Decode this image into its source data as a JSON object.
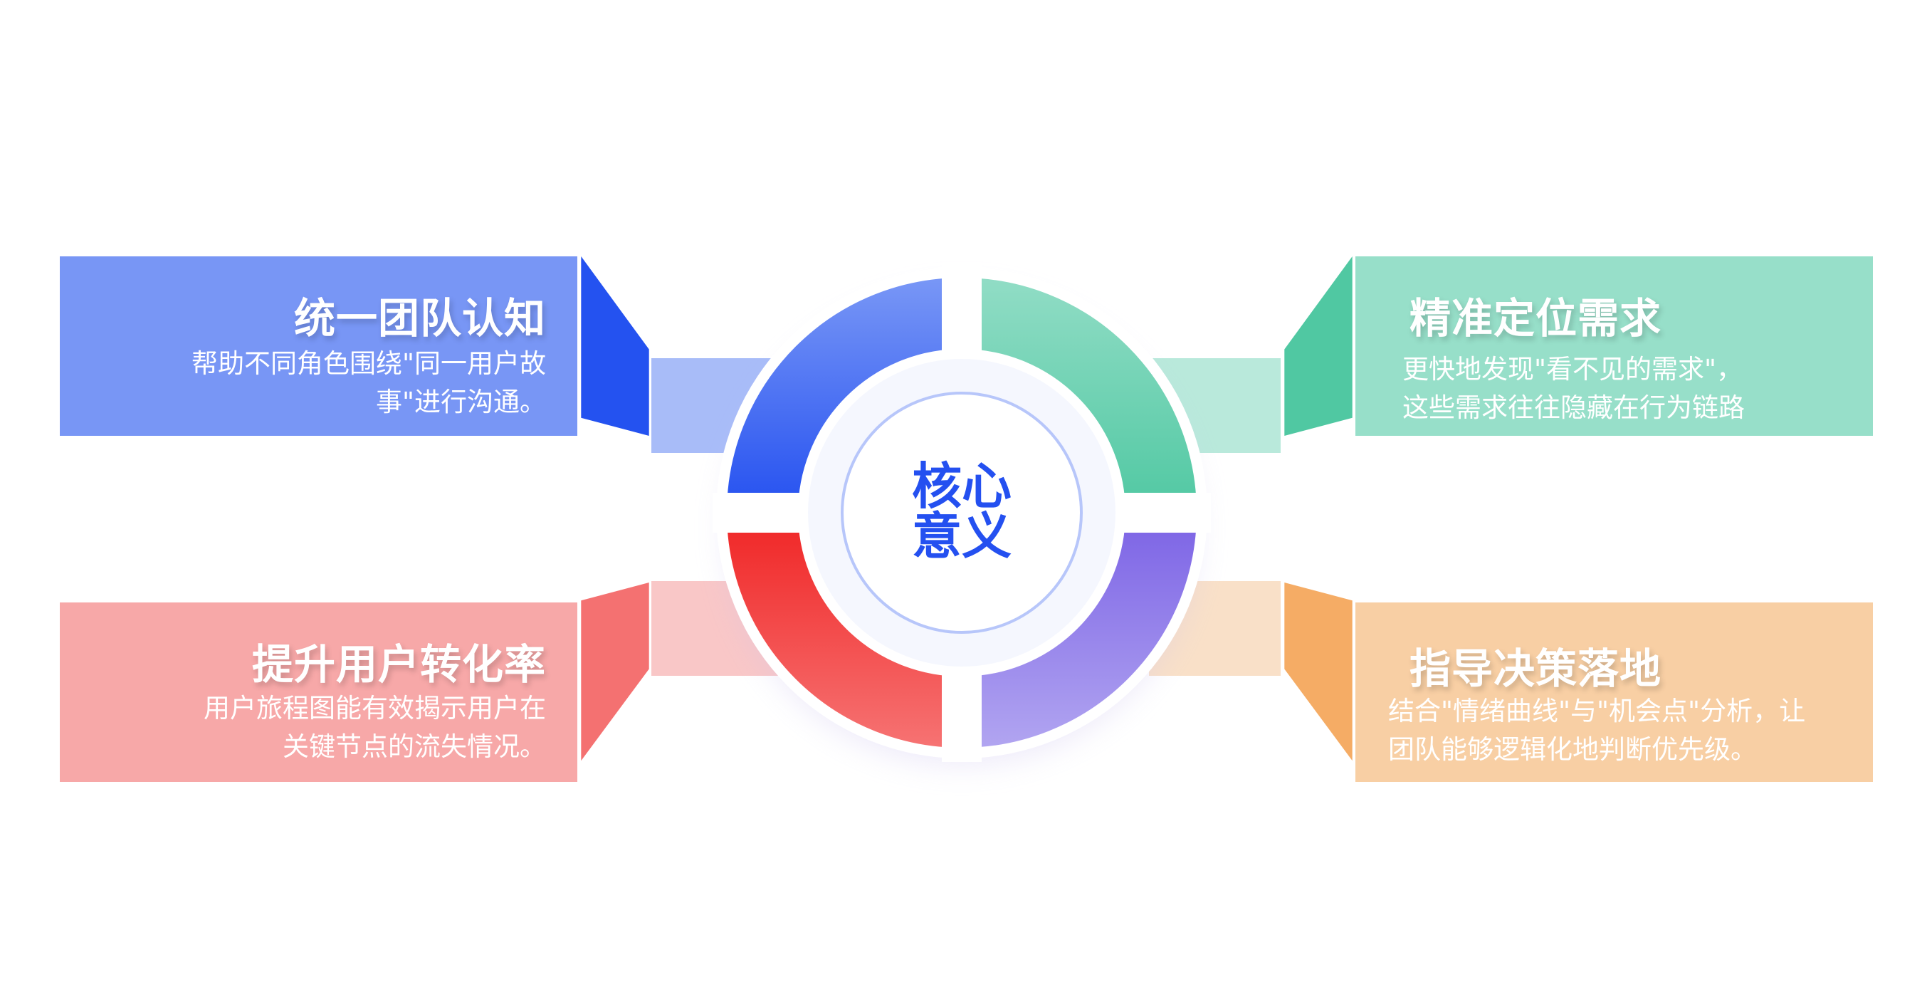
{
  "center": {
    "line1": "核心",
    "line2": "意义"
  },
  "cards": [
    {
      "title": "统一团队认知",
      "description": "帮助不同角色围绕\"同一用户故\n事\"进行沟通。",
      "color": "#7896f5",
      "accent": "#2452f0"
    },
    {
      "title": "精准定位需求",
      "description": "更快地发现\"看不见的需求\"，\n这些需求往往隐藏在行为链路",
      "color": "#97dfc9",
      "accent": "#50c8a2"
    },
    {
      "title": "提升用户转化率",
      "description": "用户旅程图能有效揭示用户在\n关键节点的流失情况。",
      "color": "#f7a8a8",
      "accent": "#f47171"
    },
    {
      "title": "指导决策落地",
      "description": "结合\"情绪曲线\"与\"机会点\"分析，让\n团队能够逻辑化地判断优先级。",
      "color": "#f8cfa4",
      "accent": "#f5ac65"
    }
  ],
  "ring_colors": {
    "top_left": [
      "#7a98f6",
      "#2450f0"
    ],
    "top_right": [
      "#92ddc6",
      "#50c8a2"
    ],
    "bottom_left": [
      "#f02424",
      "#f67474"
    ],
    "bottom_right": [
      "#7b62e5",
      "#b2a6f1"
    ]
  }
}
